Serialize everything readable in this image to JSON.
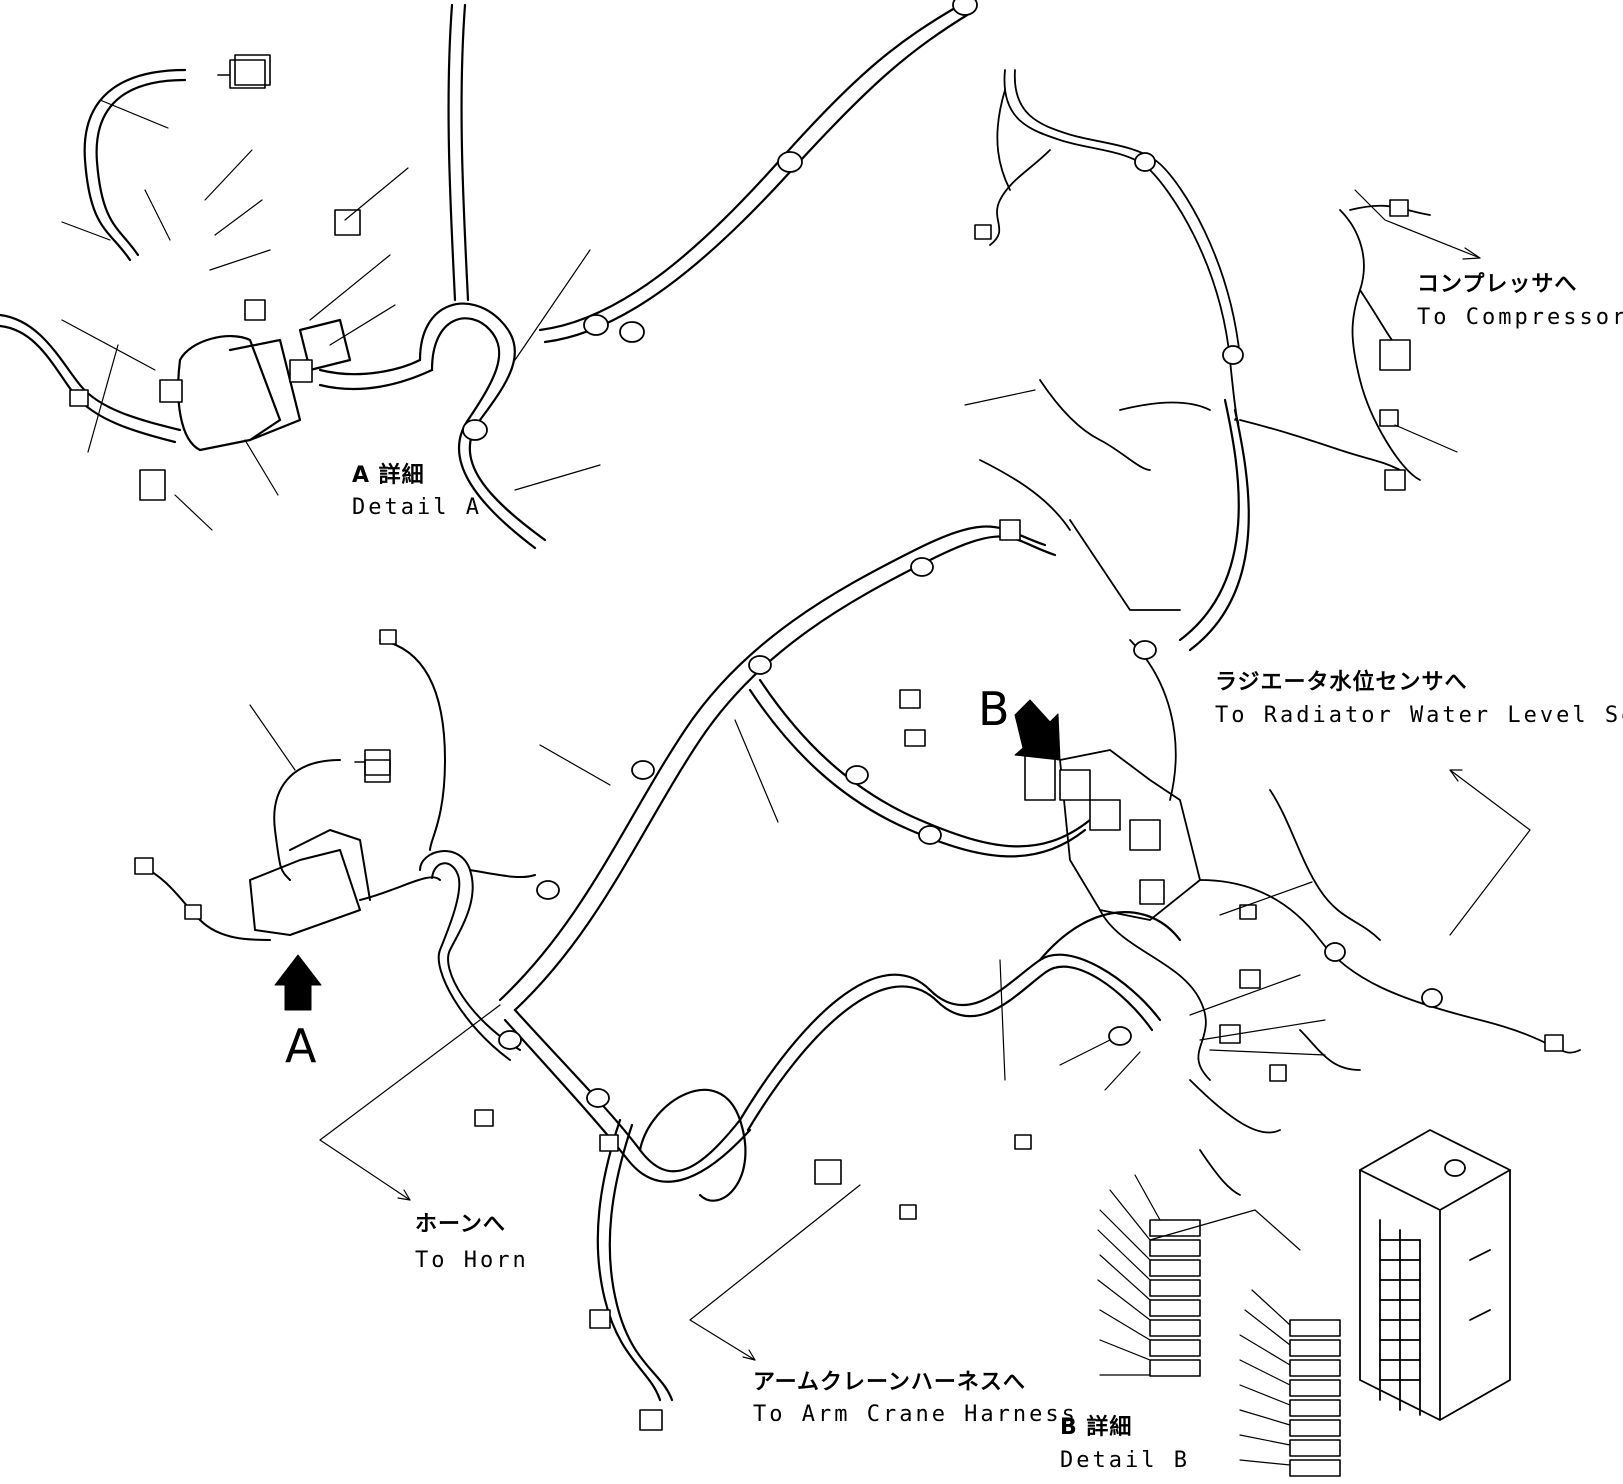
{
  "views": {
    "detail_a": {
      "jp": "A 詳細",
      "en": "Detail A"
    },
    "detail_b": {
      "jp": "B 詳細",
      "en": "Detail B"
    },
    "marker_a": "A",
    "marker_b": "B"
  },
  "callouts": {
    "compressor": {
      "jp": "コンプレッサへ",
      "en": "To Compressor"
    },
    "radiator": {
      "jp": "ラジエータ水位センサへ",
      "en": "To Radiator Water Level Sensor"
    },
    "horn": {
      "jp": "ホーンへ",
      "en": "To Horn"
    },
    "arm_crane": {
      "jp": "アームクレーンハーネスへ",
      "en": "To Arm Crane Harness"
    }
  },
  "colors": {
    "line": "#000000",
    "background": "#ffffff"
  }
}
